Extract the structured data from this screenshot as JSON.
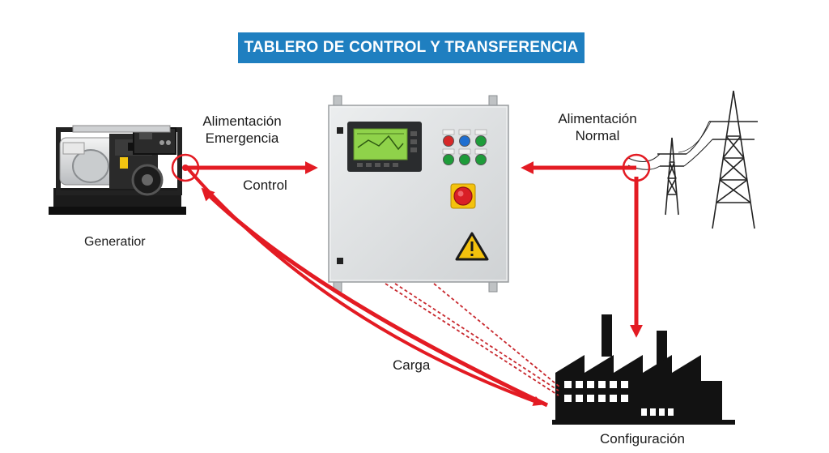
{
  "title": "TABLERO DE CONTROL Y TRANSFERENCIA",
  "labels": {
    "emergency_line1": "Alimentación",
    "emergency_line2": "Emergencia",
    "normal_line1": "Alimentación",
    "normal_line2": "Normal",
    "control": "Control",
    "generator": "Generatior",
    "load": "Carga",
    "configuration": "Configuración"
  },
  "colors": {
    "arrow": "#e31b23",
    "banner": "#1f7fc0",
    "panel": "#dcdedf",
    "screen": "#8fd24a"
  },
  "icons": {
    "generator": "generator-icon",
    "panel": "control-panel-icon",
    "towers": "power-tower-icon",
    "factory": "factory-icon",
    "warning": "warning-triangle-icon",
    "estop": "emergency-stop-icon"
  }
}
